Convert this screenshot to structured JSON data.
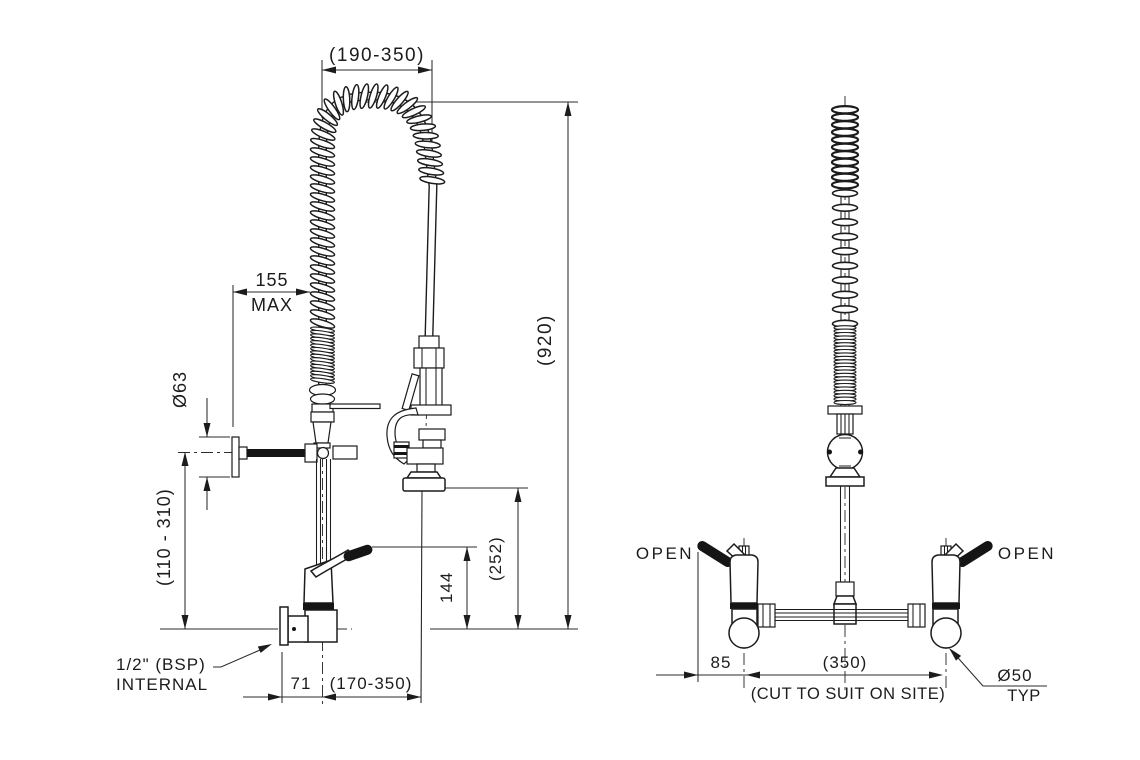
{
  "drawing": {
    "left_view": {
      "hose_width": "(190-350)",
      "overall_height": "(920)",
      "bracket_offset": "155",
      "bracket_offset_note": "MAX",
      "bracket_diameter": "Ø63",
      "bracket_height_range": "(110 - 310)",
      "spray_outlet_height": "(252)",
      "lever_height": "144",
      "inlet_label_line1": "1/2\" (BSP)",
      "inlet_label_line2": "INTERNAL",
      "inlet_offset": "71",
      "spray_reach": "(170-350)"
    },
    "right_view": {
      "left_handle_label": "OPEN",
      "right_handle_label": "OPEN",
      "handle_offset": "85",
      "inlet_centres": "(350)",
      "inlet_centres_note": "(CUT TO SUIT ON SITE)",
      "body_diameter": "Ø50",
      "body_diameter_note": "TYP"
    }
  }
}
